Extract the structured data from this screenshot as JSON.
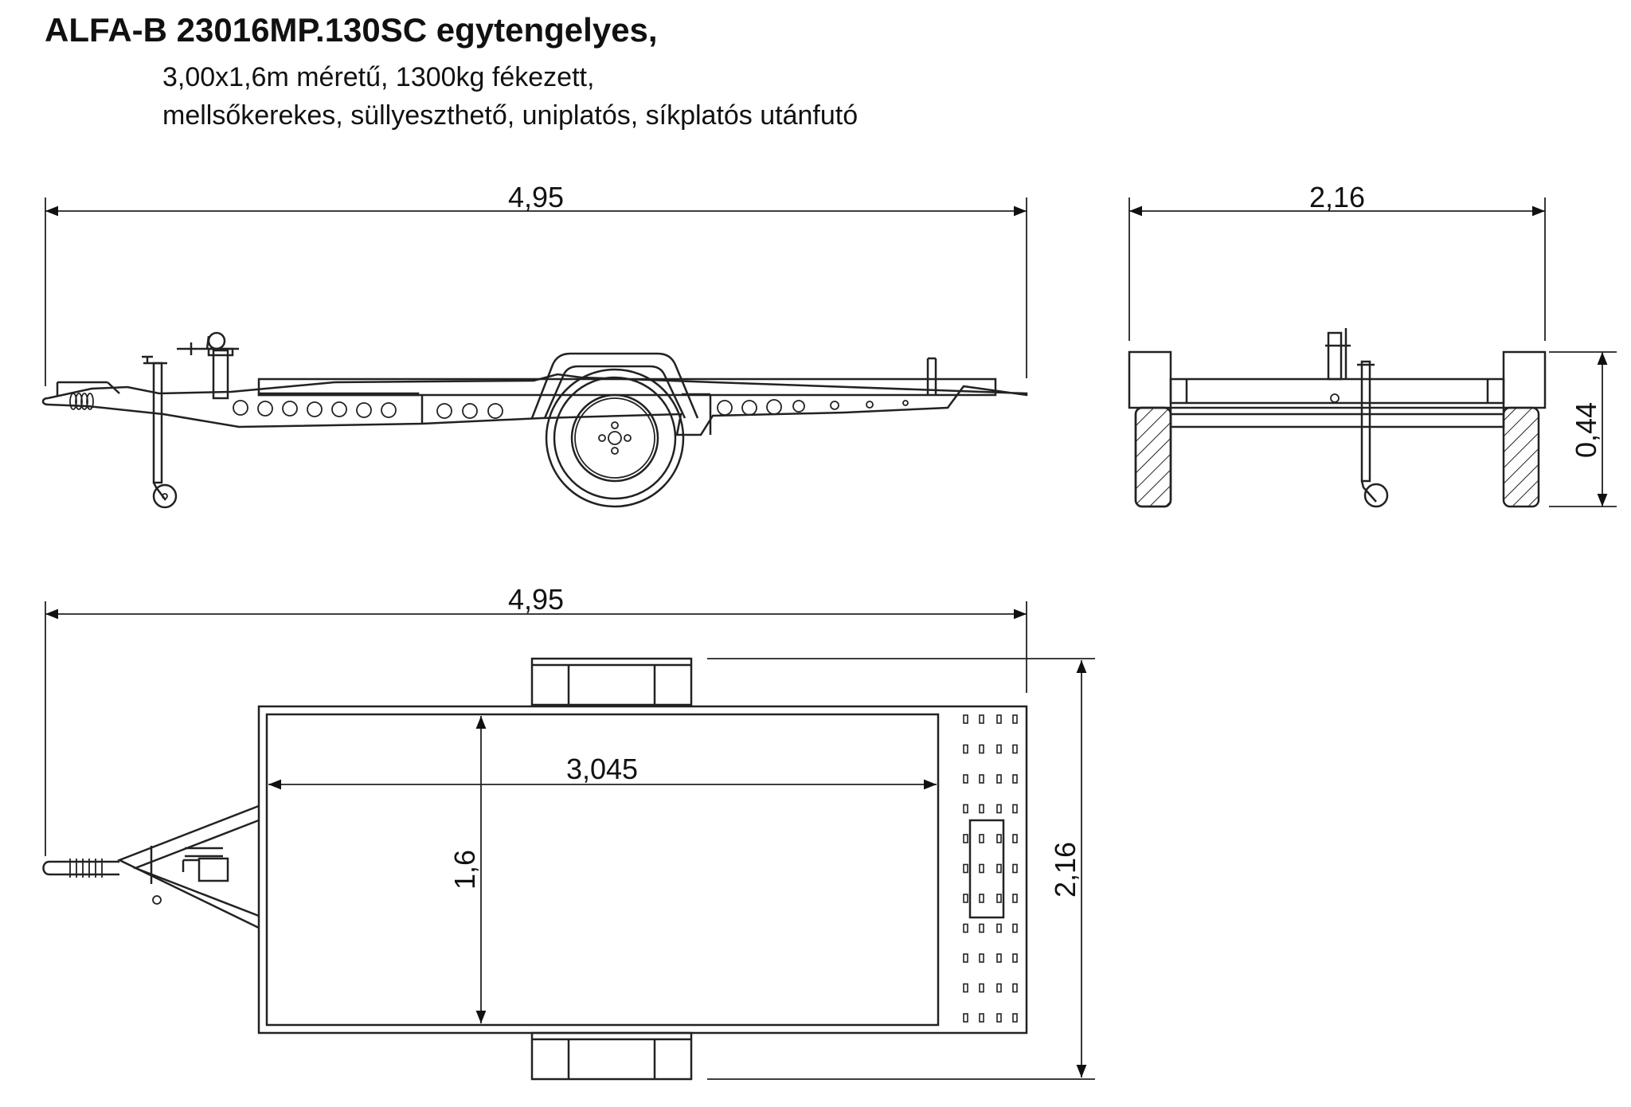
{
  "header": {
    "title": "ALFA-B 23016MP.130SC egytengelyes,",
    "subtitle_line1": "3,00x1,6m méretű, 1300kg fékezett,",
    "subtitle_line2": "mellsőkerekes, süllyeszthető, uniplatós, síkplatós utánfutó"
  },
  "dimensions": {
    "side_length": "4,95",
    "rear_width": "2,16",
    "rear_height": "0,44",
    "top_length": "4,95",
    "top_bed_length": "3,045",
    "top_bed_width": "1,6",
    "top_width": "2,16"
  }
}
